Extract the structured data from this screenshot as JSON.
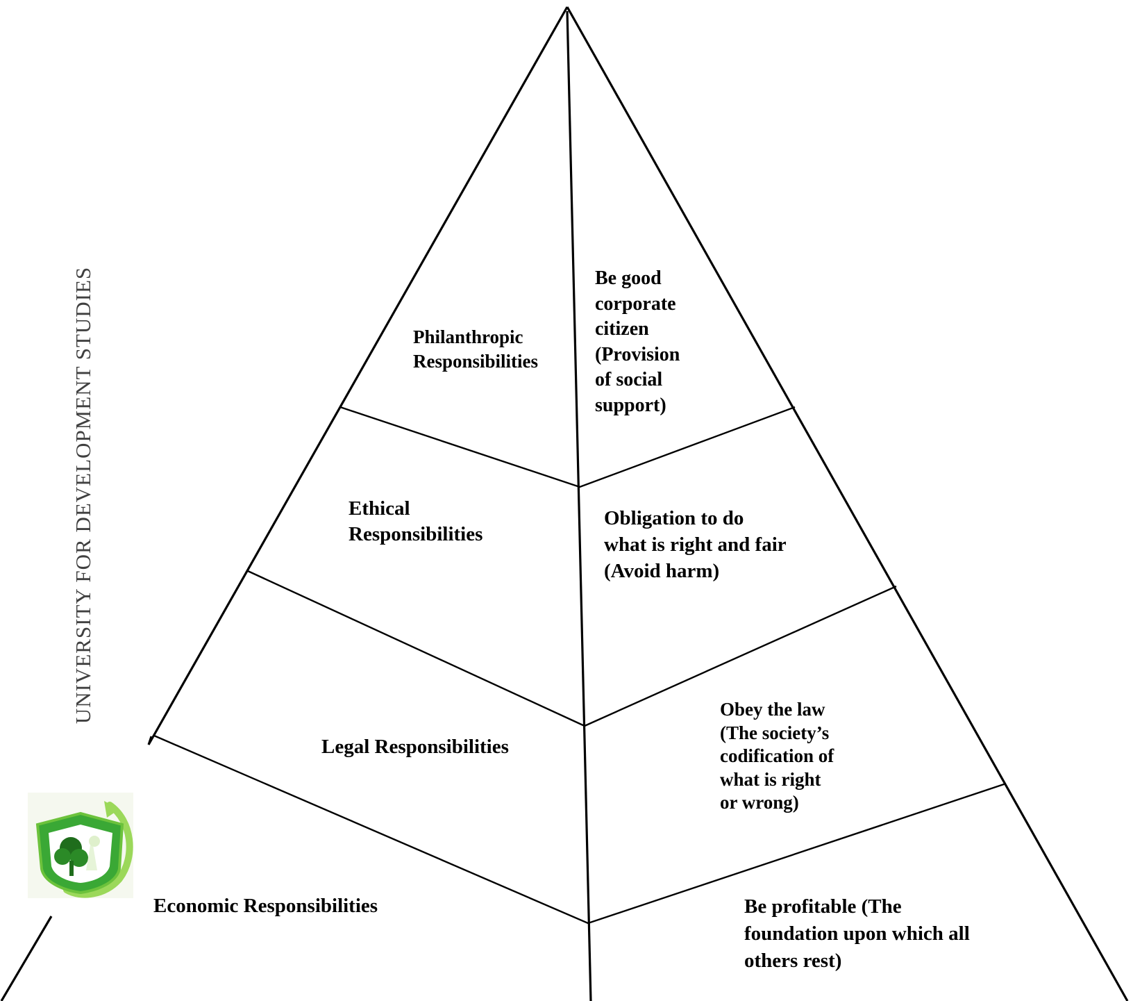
{
  "watermark": "UNIVERSITY FOR DEVELOPMENT STUDIES",
  "logo": {
    "icon": "university-crest-icon",
    "colors": {
      "primary": "#3aa835",
      "light": "#9bd85a",
      "dark": "#1f6d1c"
    }
  },
  "levels": [
    {
      "id": "philanthropic",
      "label_lines": [
        "Philanthropic",
        "Responsibilities"
      ],
      "description_lines": [
        "Be good",
        "corporate",
        "citizen",
        "(Provision",
        "of social",
        "support)"
      ]
    },
    {
      "id": "ethical",
      "label_lines": [
        "Ethical",
        "Responsibilities"
      ],
      "description_lines": [
        "Obligation to do",
        "what is right and fair",
        "(Avoid harm)"
      ]
    },
    {
      "id": "legal",
      "label_lines": [
        "Legal Responsibilities"
      ],
      "description_lines": [
        "Obey the law",
        "(The society’s",
        "codification of",
        "what is right",
        "or wrong)"
      ]
    },
    {
      "id": "economic",
      "label_lines": [
        "Economic Responsibilities"
      ],
      "description_lines": [
        "Be profitable (The",
        "foundation upon which all",
        "others rest)"
      ]
    }
  ]
}
